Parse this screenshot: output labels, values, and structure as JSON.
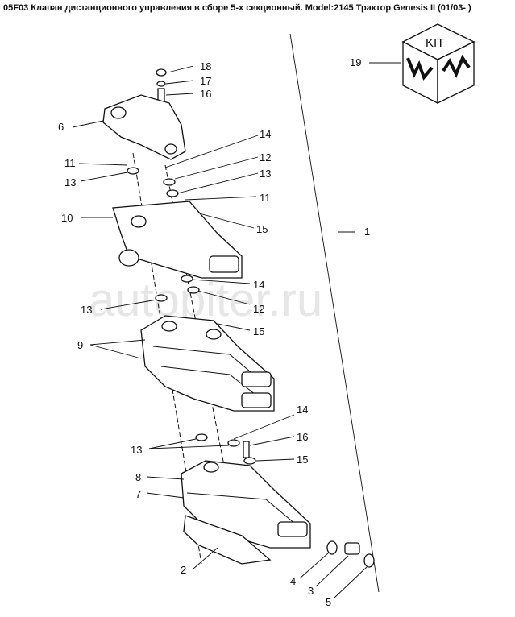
{
  "header": {
    "title": "05F03 Клапан дистанционного управления в сборе 5-х секционный. Model:2145 Трактор Genesis II (01/03- )"
  },
  "watermark": "autopiter.ru",
  "kit": {
    "label": "KIT"
  },
  "callouts": {
    "c1": "1",
    "c2": "2",
    "c3": "3",
    "c4": "4",
    "c5": "5",
    "c6": "6",
    "c7": "7",
    "c8": "8",
    "c9": "9",
    "c10": "10",
    "c11a": "11",
    "c11b": "11",
    "c12a": "12",
    "c12b": "12",
    "c13a": "13",
    "c13b": "13",
    "c13c": "13",
    "c13d": "13",
    "c14a": "14",
    "c14b": "14",
    "c14c": "14",
    "c15a": "15",
    "c15b": "15",
    "c15c": "15",
    "c16a": "16",
    "c16b": "16",
    "c17": "17",
    "c18": "18",
    "c19": "19"
  }
}
